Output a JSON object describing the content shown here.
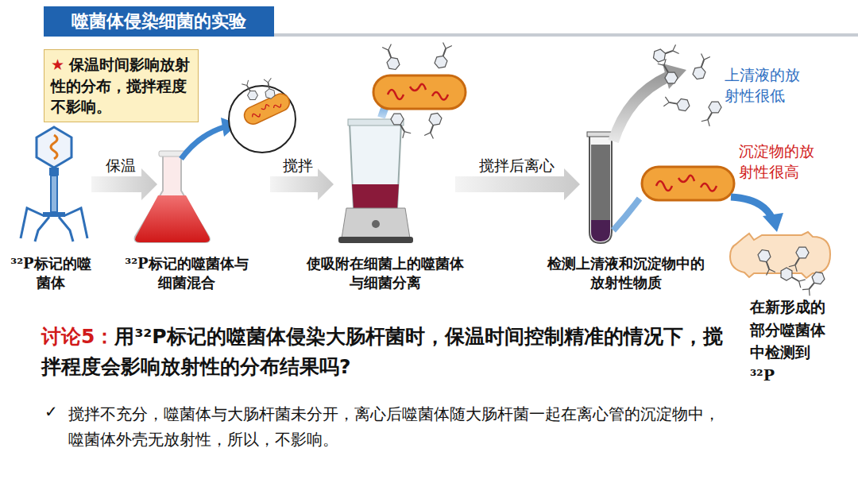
{
  "diagram": {
    "title": "噬菌体侵染细菌的实验",
    "nodes": [
      {
        "text": [
          "★",
          "保温时间影响放射性的分布，搅拌程度不影响。"
        ]
      }
    ],
    "labels": [
      "保温",
      "搅拌",
      "搅拌后离心",
      "上清液的放射性很低",
      "沉淀物的放射性很高",
      "³²P标记的噬菌体",
      "³²P标记的噬菌体与细菌混合",
      "使吸附在细菌上的噬菌体与细菌分离",
      "检测上清液和沉淀物中的放射性物质",
      "在新形成的部分噬菌体中检测到³²P",
      "讨论5：",
      "用³²P标记的噬菌体侵染大肠杆菌时，保温时间控制精准的情况下，搅拌程度会影响放射性的分布结果吗?",
      "✓",
      "搅拌不充分，噬菌体与大肠杆菌未分开，离心后噬菌体随大肠杆菌一起在离心管的沉淀物中，噬菌体外壳无放射性，所以，不影响。"
    ]
  }
}
